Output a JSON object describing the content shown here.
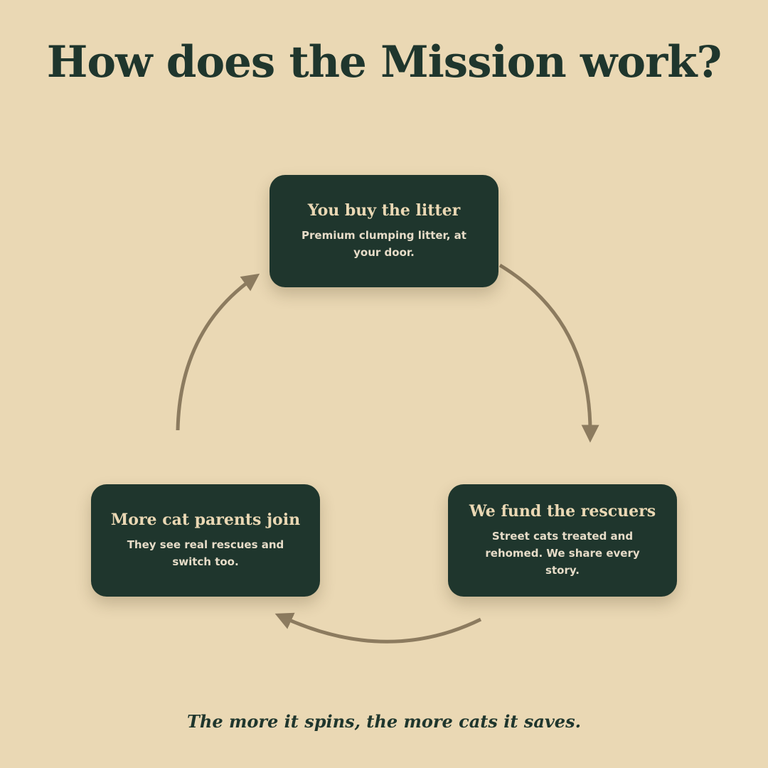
{
  "title": "How does the Mission work?",
  "steps": [
    {
      "title": "You buy the litter",
      "description": "Premium clumping litter, at your door."
    },
    {
      "title": "We fund the rescuers",
      "description": "Street cats treated and rehomed. We share every story."
    },
    {
      "title": "More cat parents join",
      "description": "They see real rescues and switch too."
    }
  ],
  "tagline": "The more it spins, the more cats it saves.",
  "colors": {
    "background": "#ead8b4",
    "card": "#1f362d",
    "arrow": "#8c7b5f",
    "text_dark": "#1f362d",
    "text_light": "#ead8b4"
  }
}
